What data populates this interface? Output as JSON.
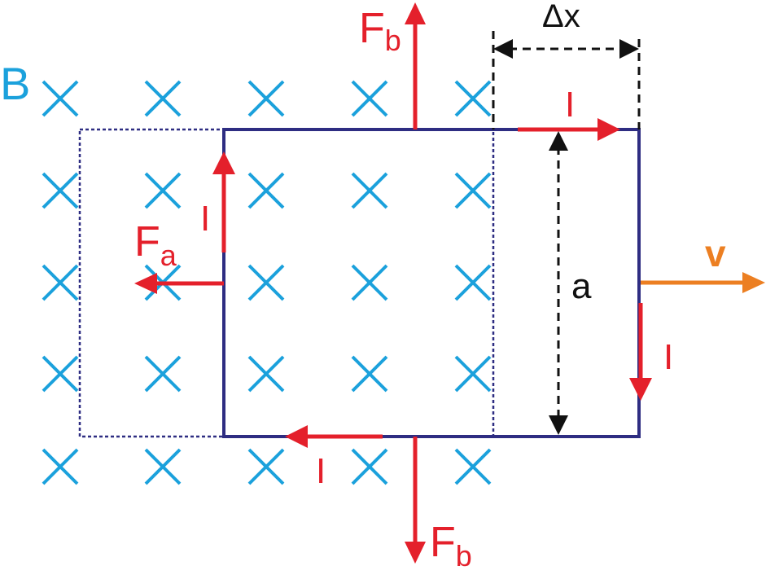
{
  "field": {
    "label": "B",
    "color": "#1ba1dc",
    "rows": 5,
    "cols": 5
  },
  "loop": {
    "color": "#2e2d82"
  },
  "forces": {
    "color": "#e4202b",
    "f_top": {
      "main": "F",
      "sub": "b"
    },
    "f_bottom": {
      "main": "F",
      "sub": "b"
    },
    "f_left": {
      "main": "F",
      "sub": "a"
    }
  },
  "currents": {
    "top": "I",
    "right": "I",
    "bottom": "I",
    "left": "I"
  },
  "dimensions": {
    "color": "#111111",
    "side": "a",
    "displacement": "Δx"
  },
  "velocity": {
    "label": "v",
    "color": "#ec7f22"
  }
}
